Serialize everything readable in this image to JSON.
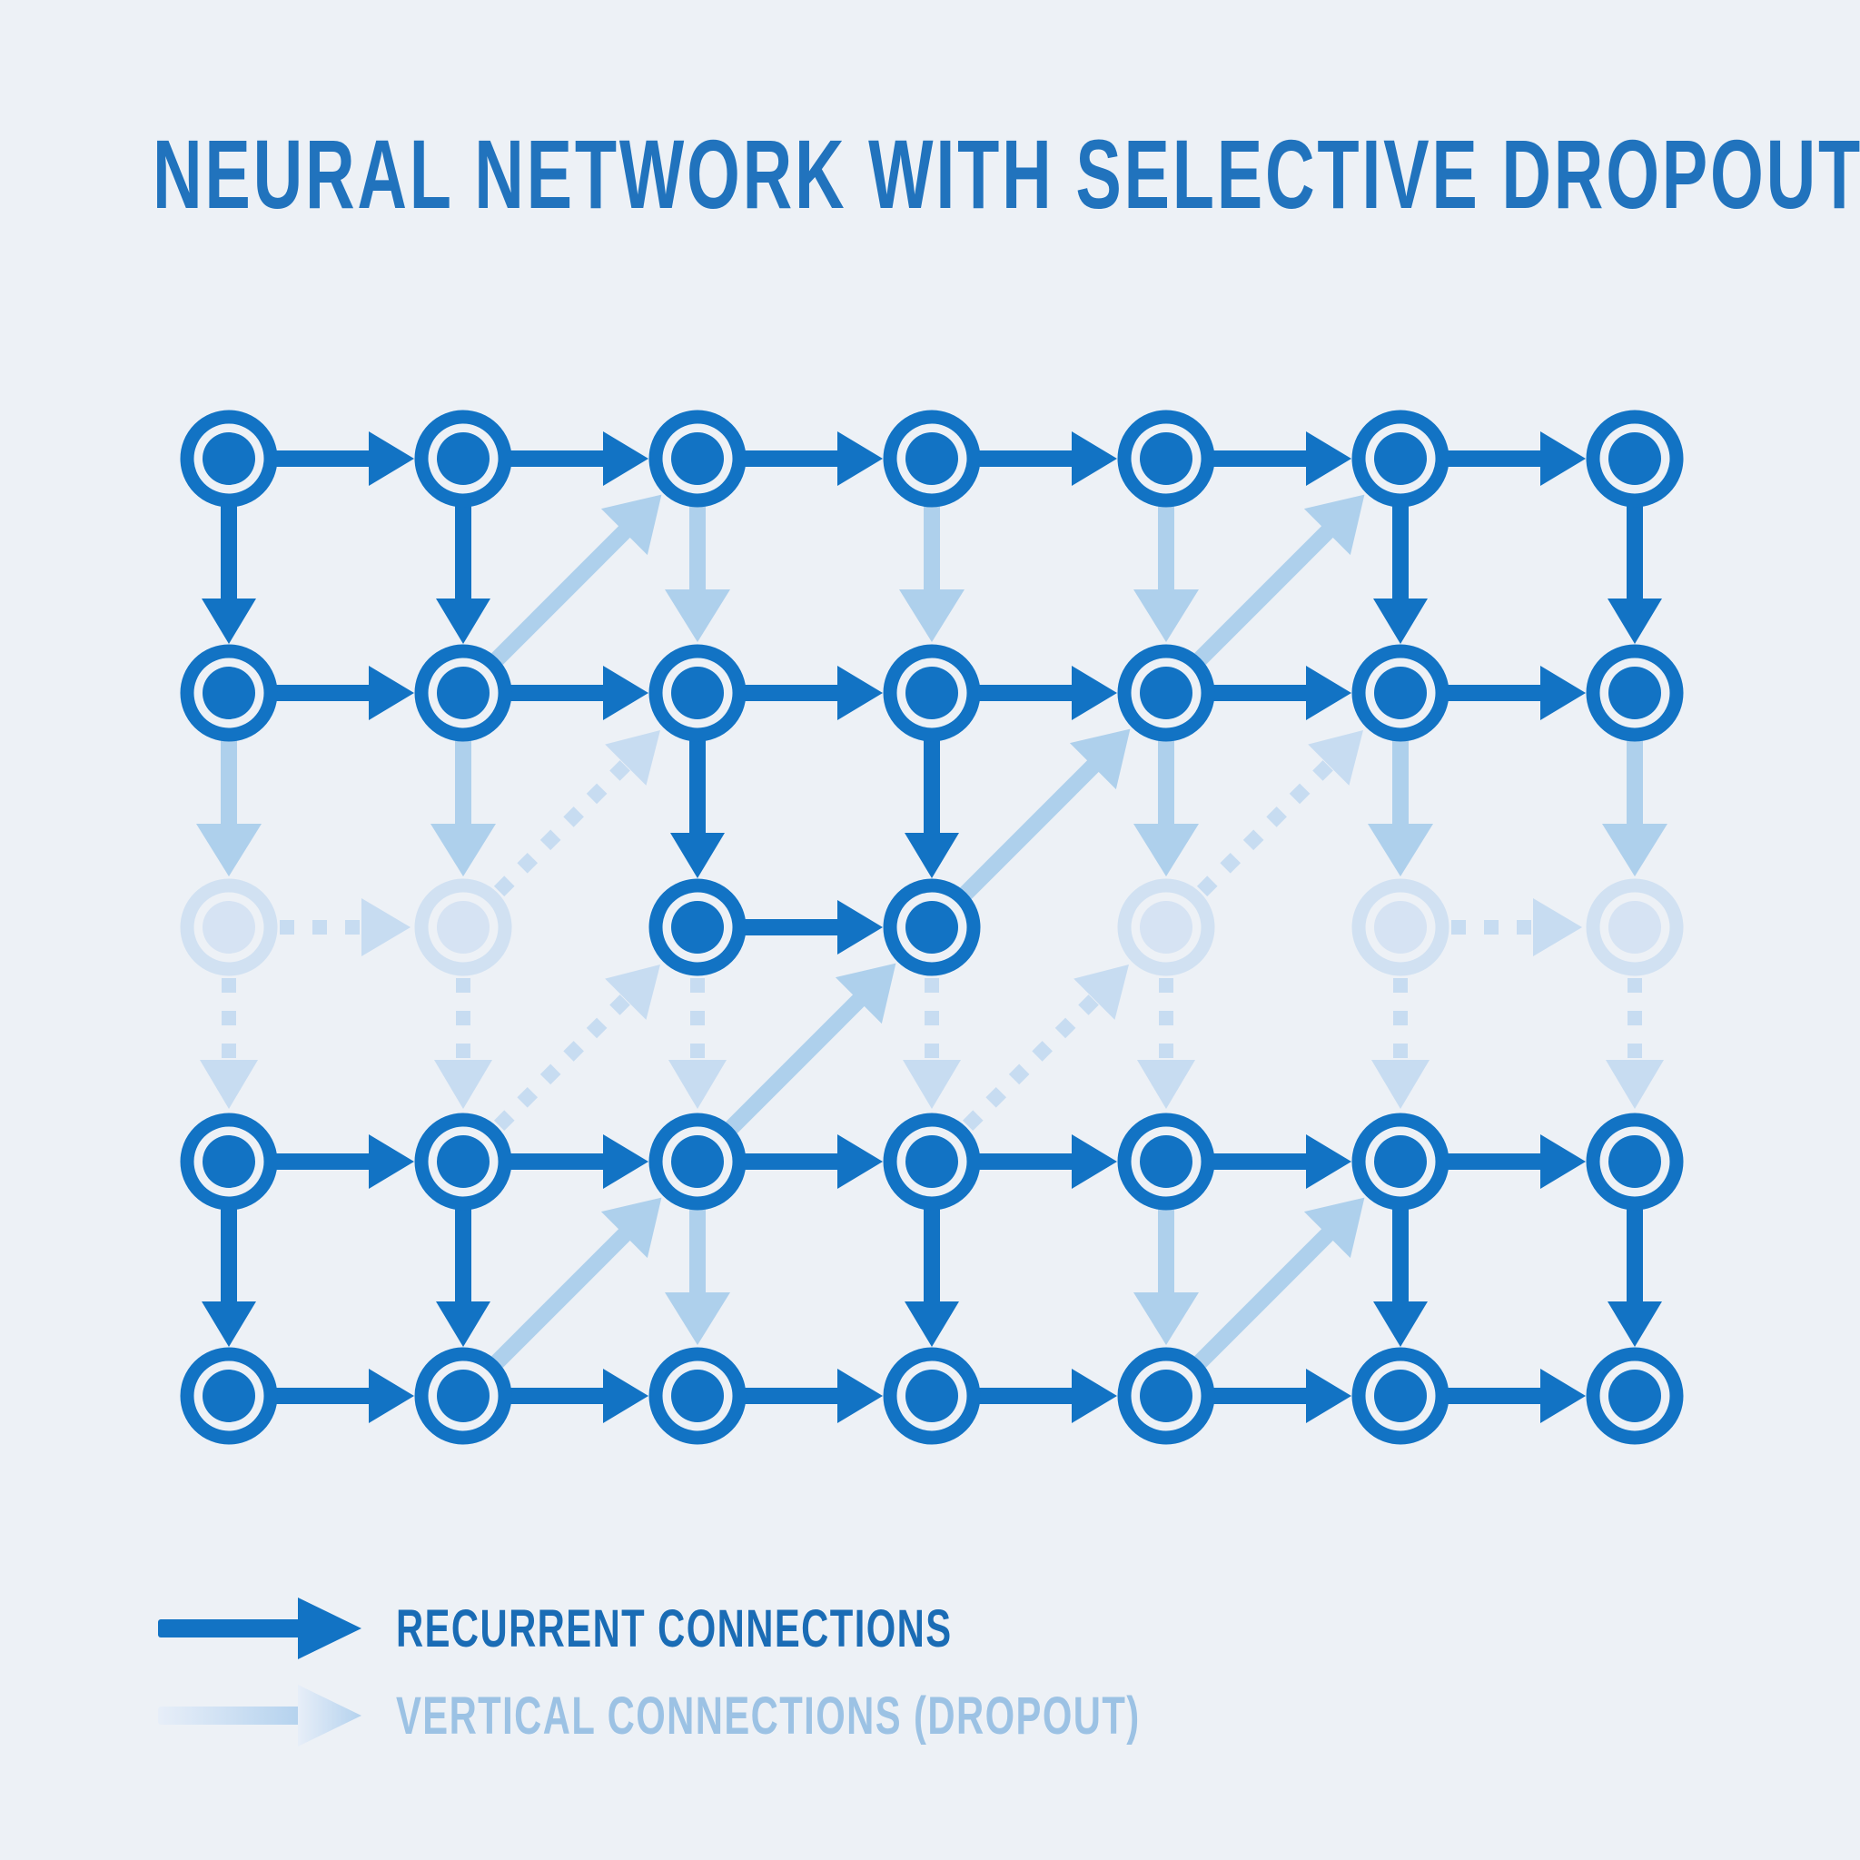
{
  "title": "NEURAL NETWORK WITH SELECTIVE DROPOUT",
  "colors": {
    "background": "#edf1f6",
    "node_dark": "#1273c4",
    "node_faded": "#d1e1f2",
    "arrow_dark": "#1273c4",
    "arrow_light": "#aed0ec",
    "arrow_dotted": "#c7dcf1",
    "title_text": "#2173bd",
    "legend_dark_text": "#1a6cb5",
    "legend_light_text": "#9cc2e4",
    "legend_light_arrow_start": "#e7eef8",
    "legend_light_arrow_end": "#b4d2ee"
  },
  "grid": {
    "col_x": [
      252,
      510,
      768,
      1026,
      1284,
      1542,
      1800
    ],
    "row_y": [
      505,
      763,
      1021,
      1279,
      1537
    ]
  },
  "nodes": [
    {
      "c": 1,
      "r": 1,
      "style": "dark"
    },
    {
      "c": 2,
      "r": 1,
      "style": "dark"
    },
    {
      "c": 3,
      "r": 1,
      "style": "dark"
    },
    {
      "c": 4,
      "r": 1,
      "style": "dark"
    },
    {
      "c": 5,
      "r": 1,
      "style": "dark"
    },
    {
      "c": 6,
      "r": 1,
      "style": "dark"
    },
    {
      "c": 7,
      "r": 1,
      "style": "dark"
    },
    {
      "c": 1,
      "r": 2,
      "style": "dark"
    },
    {
      "c": 2,
      "r": 2,
      "style": "dark"
    },
    {
      "c": 3,
      "r": 2,
      "style": "dark"
    },
    {
      "c": 4,
      "r": 2,
      "style": "dark"
    },
    {
      "c": 5,
      "r": 2,
      "style": "dark"
    },
    {
      "c": 6,
      "r": 2,
      "style": "dark"
    },
    {
      "c": 7,
      "r": 2,
      "style": "dark"
    },
    {
      "c": 1,
      "r": 3,
      "style": "faded"
    },
    {
      "c": 2,
      "r": 3,
      "style": "faded"
    },
    {
      "c": 3,
      "r": 3,
      "style": "dark"
    },
    {
      "c": 4,
      "r": 3,
      "style": "dark"
    },
    {
      "c": 5,
      "r": 3,
      "style": "faded"
    },
    {
      "c": 6,
      "r": 3,
      "style": "faded"
    },
    {
      "c": 7,
      "r": 3,
      "style": "faded"
    },
    {
      "c": 1,
      "r": 4,
      "style": "dark"
    },
    {
      "c": 2,
      "r": 4,
      "style": "dark"
    },
    {
      "c": 3,
      "r": 4,
      "style": "dark"
    },
    {
      "c": 4,
      "r": 4,
      "style": "dark"
    },
    {
      "c": 5,
      "r": 4,
      "style": "dark"
    },
    {
      "c": 6,
      "r": 4,
      "style": "dark"
    },
    {
      "c": 7,
      "r": 4,
      "style": "dark"
    },
    {
      "c": 1,
      "r": 5,
      "style": "dark"
    },
    {
      "c": 2,
      "r": 5,
      "style": "dark"
    },
    {
      "c": 3,
      "r": 5,
      "style": "dark"
    },
    {
      "c": 4,
      "r": 5,
      "style": "dark"
    },
    {
      "c": 5,
      "r": 5,
      "style": "dark"
    },
    {
      "c": 6,
      "r": 5,
      "style": "dark"
    },
    {
      "c": 7,
      "r": 5,
      "style": "dark"
    }
  ],
  "edges": [
    [
      1,
      1,
      2,
      1,
      "dark"
    ],
    [
      2,
      1,
      3,
      1,
      "dark"
    ],
    [
      3,
      1,
      4,
      1,
      "dark"
    ],
    [
      4,
      1,
      5,
      1,
      "dark"
    ],
    [
      5,
      1,
      6,
      1,
      "dark"
    ],
    [
      6,
      1,
      7,
      1,
      "dark"
    ],
    [
      1,
      2,
      2,
      2,
      "dark"
    ],
    [
      2,
      2,
      3,
      2,
      "dark"
    ],
    [
      3,
      2,
      4,
      2,
      "dark"
    ],
    [
      4,
      2,
      5,
      2,
      "dark"
    ],
    [
      5,
      2,
      6,
      2,
      "dark"
    ],
    [
      6,
      2,
      7,
      2,
      "dark"
    ],
    [
      3,
      3,
      4,
      3,
      "dark"
    ],
    [
      1,
      3,
      2,
      3,
      "dotted"
    ],
    [
      6,
      3,
      7,
      3,
      "dotted"
    ],
    [
      1,
      4,
      2,
      4,
      "dark"
    ],
    [
      2,
      4,
      3,
      4,
      "dark"
    ],
    [
      3,
      4,
      4,
      4,
      "dark"
    ],
    [
      4,
      4,
      5,
      4,
      "dark"
    ],
    [
      5,
      4,
      6,
      4,
      "dark"
    ],
    [
      6,
      4,
      7,
      4,
      "dark"
    ],
    [
      1,
      5,
      2,
      5,
      "dark"
    ],
    [
      2,
      5,
      3,
      5,
      "dark"
    ],
    [
      3,
      5,
      4,
      5,
      "dark"
    ],
    [
      4,
      5,
      5,
      5,
      "dark"
    ],
    [
      5,
      5,
      6,
      5,
      "dark"
    ],
    [
      6,
      5,
      7,
      5,
      "dark"
    ],
    [
      1,
      1,
      1,
      2,
      "dark"
    ],
    [
      2,
      1,
      2,
      2,
      "dark"
    ],
    [
      3,
      1,
      3,
      2,
      "light"
    ],
    [
      4,
      1,
      4,
      2,
      "light"
    ],
    [
      5,
      1,
      5,
      2,
      "light"
    ],
    [
      6,
      1,
      6,
      2,
      "dark"
    ],
    [
      7,
      1,
      7,
      2,
      "dark"
    ],
    [
      1,
      2,
      1,
      3,
      "light"
    ],
    [
      2,
      2,
      2,
      3,
      "light"
    ],
    [
      3,
      2,
      3,
      3,
      "dark"
    ],
    [
      4,
      2,
      4,
      3,
      "dark"
    ],
    [
      5,
      2,
      5,
      3,
      "light"
    ],
    [
      6,
      2,
      6,
      3,
      "light"
    ],
    [
      7,
      2,
      7,
      3,
      "light"
    ],
    [
      1,
      3,
      1,
      4,
      "dotted"
    ],
    [
      2,
      3,
      2,
      4,
      "dotted"
    ],
    [
      3,
      3,
      3,
      4,
      "dotted"
    ],
    [
      4,
      3,
      4,
      4,
      "dotted"
    ],
    [
      5,
      3,
      5,
      4,
      "dotted"
    ],
    [
      6,
      3,
      6,
      4,
      "dotted"
    ],
    [
      7,
      3,
      7,
      4,
      "dotted"
    ],
    [
      1,
      4,
      1,
      5,
      "dark"
    ],
    [
      2,
      4,
      2,
      5,
      "dark"
    ],
    [
      3,
      4,
      3,
      5,
      "light"
    ],
    [
      4,
      4,
      4,
      5,
      "dark"
    ],
    [
      5,
      4,
      5,
      5,
      "light"
    ],
    [
      6,
      4,
      6,
      5,
      "dark"
    ],
    [
      7,
      4,
      7,
      5,
      "dark"
    ],
    [
      2,
      2,
      3,
      1,
      "light"
    ],
    [
      5,
      2,
      6,
      1,
      "light"
    ],
    [
      2,
      5,
      3,
      4,
      "light"
    ],
    [
      3,
      4,
      4,
      3,
      "light"
    ],
    [
      4,
      3,
      5,
      2,
      "light"
    ],
    [
      5,
      5,
      6,
      4,
      "light"
    ],
    [
      2,
      3,
      3,
      2,
      "dotted"
    ],
    [
      2,
      4,
      3,
      3,
      "dotted"
    ],
    [
      4,
      4,
      5,
      3,
      "dotted"
    ],
    [
      5,
      3,
      6,
      2,
      "dotted"
    ]
  ],
  "legend": {
    "items": [
      {
        "label": "RECURRENT CONNECTIONS",
        "style": "dark"
      },
      {
        "label": "VERTICAL CONNECTIONS (DROPOUT)",
        "style": "light"
      }
    ]
  }
}
